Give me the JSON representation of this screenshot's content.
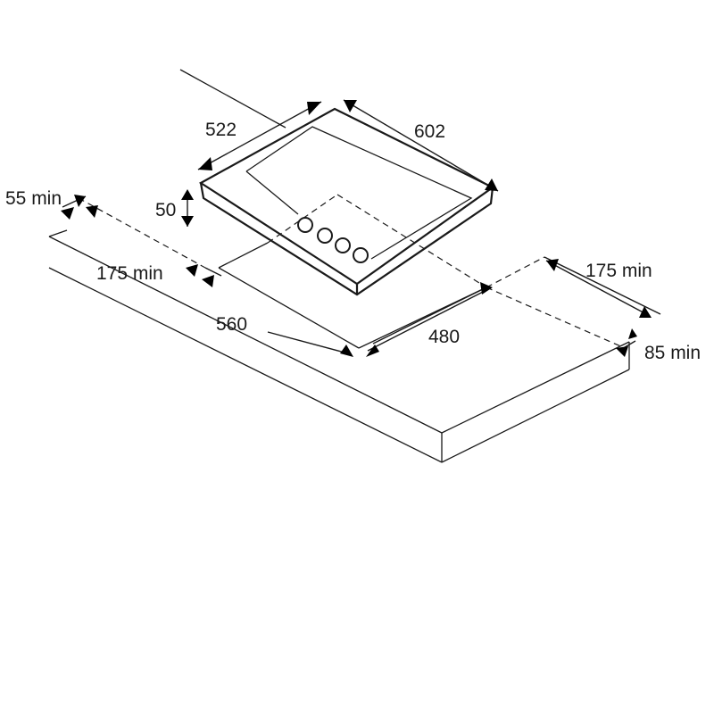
{
  "diagram": {
    "line_color": "#1a1a1a",
    "dimensions": {
      "hob_depth": "522",
      "hob_width": "602",
      "hob_height": "50",
      "rear_clearance": "55 min",
      "left_clearance": "175 min",
      "right_clearance": "175 min",
      "cutout_width": "560",
      "cutout_depth": "480",
      "front_clearance": "85 min"
    },
    "knob_count": 4
  }
}
